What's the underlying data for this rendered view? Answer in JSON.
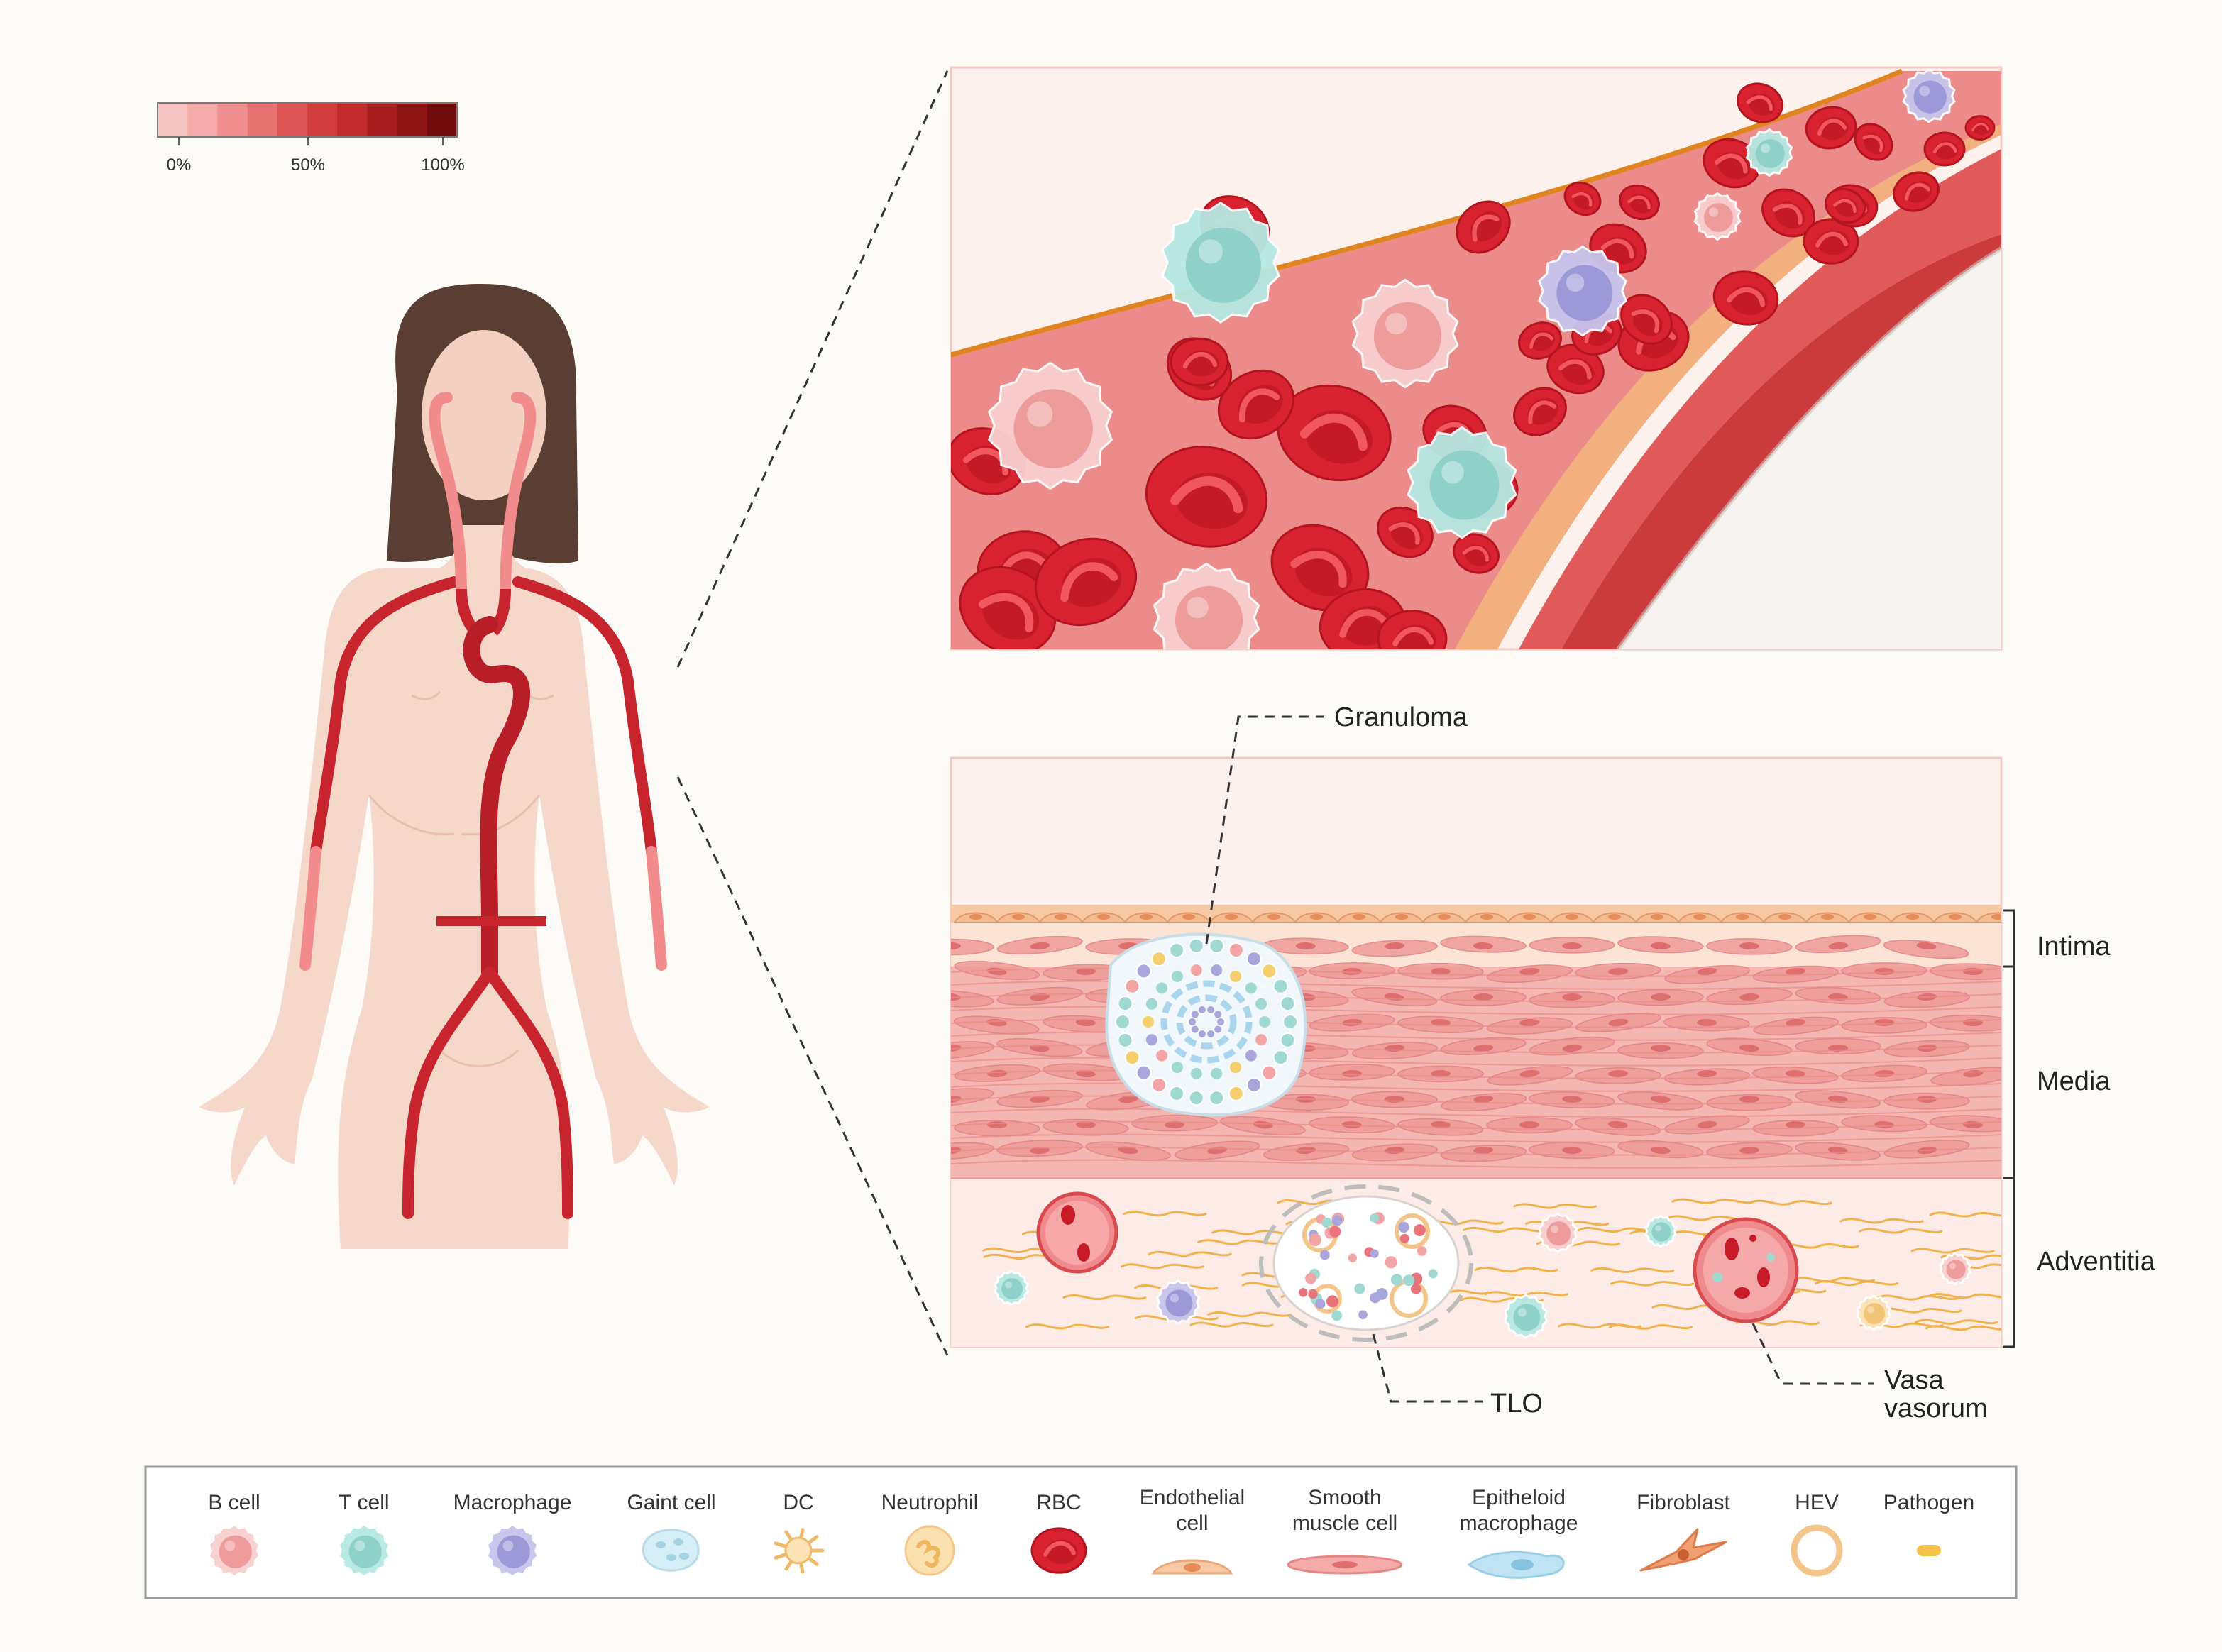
{
  "color_scale": {
    "ticks": [
      "0%",
      "50%",
      "100%"
    ],
    "colors": [
      "#f7c4c4",
      "#f4aaaa",
      "#ef8f8f",
      "#e87272",
      "#df5656",
      "#d23d3d",
      "#c12a2a",
      "#a81d1d",
      "#8e1414",
      "#700c0c"
    ]
  },
  "labels": {
    "granuloma": "Granuloma",
    "intima": "Intima",
    "media": "Media",
    "adventitia": "Adventitia",
    "tlo": "TLO",
    "vasa_line1": "Vasa",
    "vasa_line2": "vasorum"
  },
  "legend": [
    {
      "lines": [
        "B cell"
      ],
      "icon": "b-cell-icon"
    },
    {
      "lines": [
        "T cell"
      ],
      "icon": "t-cell-icon"
    },
    {
      "lines": [
        "Macrophage"
      ],
      "icon": "macrophage-icon"
    },
    {
      "lines": [
        "Gaint cell"
      ],
      "icon": "giant-cell-icon"
    },
    {
      "lines": [
        "DC"
      ],
      "icon": "dendritic-cell-icon"
    },
    {
      "lines": [
        "Neutrophil"
      ],
      "icon": "neutrophil-icon"
    },
    {
      "lines": [
        "RBC"
      ],
      "icon": "red-blood-cell-icon"
    },
    {
      "lines": [
        "Endothelial",
        "cell"
      ],
      "icon": "endothelial-cell-icon"
    },
    {
      "lines": [
        "Smooth",
        "muscle cell"
      ],
      "icon": "smooth-muscle-cell-icon"
    },
    {
      "lines": [
        "Epitheloid",
        "macrophage"
      ],
      "icon": "epitheloid-macrophage-icon"
    },
    {
      "lines": [
        "Fibroblast"
      ],
      "icon": "fibroblast-icon"
    },
    {
      "lines": [
        "HEV"
      ],
      "icon": "hev-icon"
    },
    {
      "lines": [
        "Pathogen"
      ],
      "icon": "pathogen-icon"
    }
  ],
  "colors": {
    "vessel": "#c8242e",
    "vessel_light": "#f28b8b",
    "skin": "#f6d8cb",
    "hair": "#5a3d33",
    "rbc": "#d8222f",
    "b_cell": "#f3a5a5",
    "t_cell": "#9fd9d2",
    "macrophage": "#a9a6dc"
  }
}
